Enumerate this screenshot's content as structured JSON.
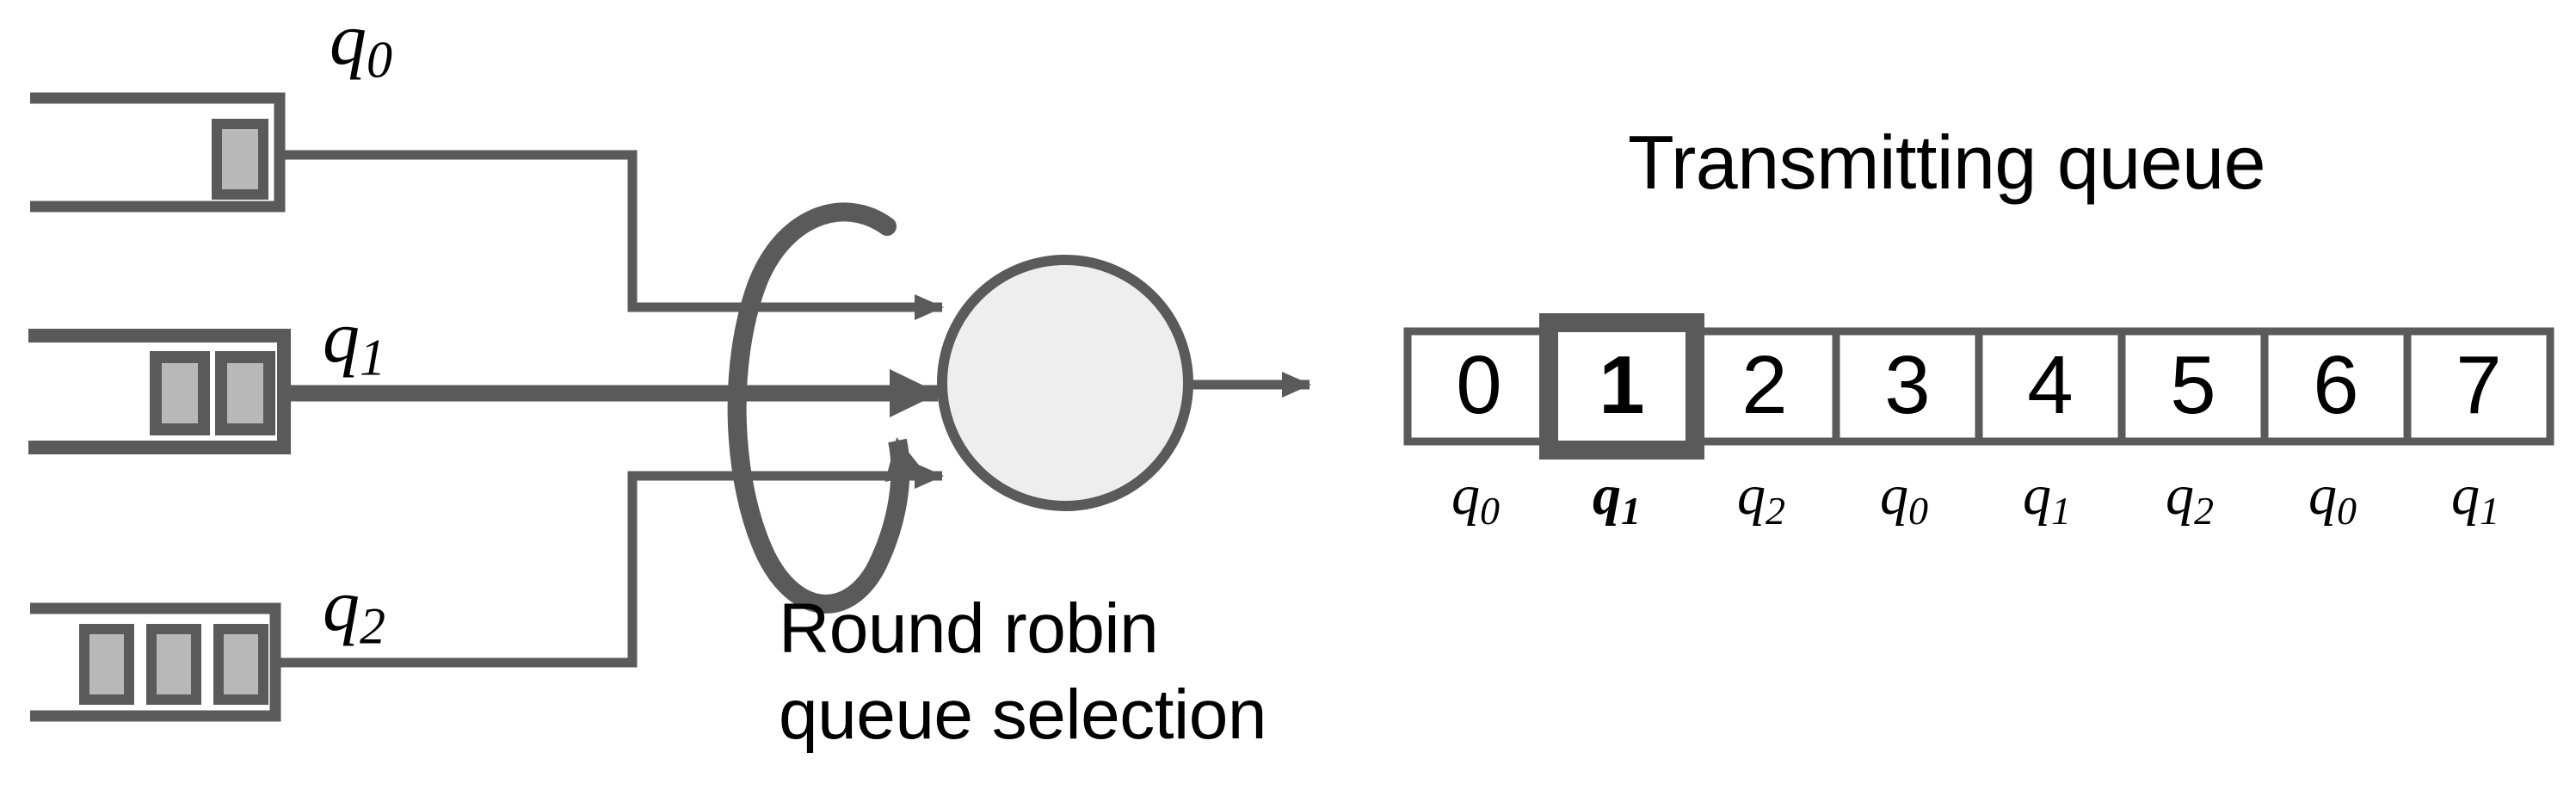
{
  "diagram": {
    "type": "round-robin-queue-scheduling",
    "colors": {
      "line": "#5a5a5a",
      "packet_fill": "#b8b8b8",
      "node_fill": "#eeeeee",
      "text": "#000000",
      "cell_border": "#5a5a5a"
    },
    "input_queues": [
      {
        "id": "q0",
        "label_base": "q",
        "label_sub": "0",
        "packets": 1,
        "selected": false
      },
      {
        "id": "q1",
        "label_base": "q",
        "label_sub": "1",
        "packets": 2,
        "selected": true
      },
      {
        "id": "q2",
        "label_base": "q",
        "label_sub": "2",
        "packets": 3,
        "selected": false
      }
    ],
    "scheduler": {
      "caption_line1": "Round robin",
      "caption_line2": "queue selection",
      "node_name": "transmitter-node"
    },
    "transmitting_queue": {
      "title": "Transmitting queue",
      "cells": [
        {
          "index": "0",
          "queue_base": "q",
          "queue_sub": "0",
          "highlighted": false
        },
        {
          "index": "1",
          "queue_base": "q",
          "queue_sub": "1",
          "highlighted": true
        },
        {
          "index": "2",
          "queue_base": "q",
          "queue_sub": "2",
          "highlighted": false
        },
        {
          "index": "3",
          "queue_base": "q",
          "queue_sub": "0",
          "highlighted": false
        },
        {
          "index": "4",
          "queue_base": "q",
          "queue_sub": "1",
          "highlighted": false
        },
        {
          "index": "5",
          "queue_base": "q",
          "queue_sub": "2",
          "highlighted": false
        },
        {
          "index": "6",
          "queue_base": "q",
          "queue_sub": "0",
          "highlighted": false
        },
        {
          "index": "7",
          "queue_base": "q",
          "queue_sub": "1",
          "highlighted": false
        }
      ]
    }
  }
}
